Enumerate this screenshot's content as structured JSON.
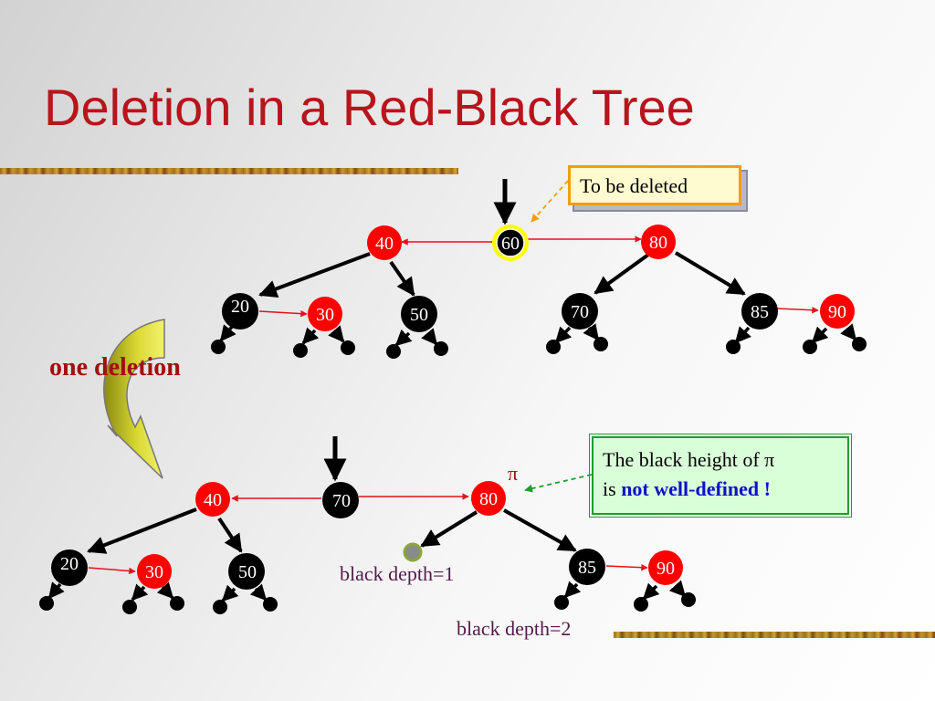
{
  "title": "Deletion in a Red-Black Tree",
  "callout_to_delete": "To be deleted",
  "action_label": "one deletion",
  "pi_symbol": "π",
  "black_height_note": {
    "line1": "The black height of π",
    "line2_prefix": "is ",
    "emphasis": "not well-defined",
    "suffix": " !"
  },
  "depth_labels": {
    "first": "black depth=1",
    "second": "black depth=2"
  },
  "top_tree": {
    "nodes": [
      {
        "key": "40",
        "color": "red"
      },
      {
        "key": "60",
        "color": "black",
        "highlight": "to be deleted"
      },
      {
        "key": "80",
        "color": "red"
      },
      {
        "key": "20",
        "color": "black"
      },
      {
        "key": "30",
        "color": "red"
      },
      {
        "key": "50",
        "color": "black"
      },
      {
        "key": "70",
        "color": "black"
      },
      {
        "key": "85",
        "color": "black"
      },
      {
        "key": "90",
        "color": "red"
      }
    ]
  },
  "bottom_tree": {
    "nodes": [
      {
        "key": "40",
        "color": "red"
      },
      {
        "key": "70",
        "color": "black"
      },
      {
        "key": "80",
        "color": "red"
      },
      {
        "key": "20",
        "color": "black"
      },
      {
        "key": "30",
        "color": "red"
      },
      {
        "key": "50",
        "color": "black"
      },
      {
        "key": "85",
        "color": "black"
      },
      {
        "key": "90",
        "color": "red"
      }
    ]
  },
  "colors": {
    "red_node": "#ff0000",
    "black_node": "#000000",
    "title": "#b8141c",
    "highlight_ring": "#ffff00",
    "pi_leaf": "#8ba63a",
    "link": "#e8101a"
  }
}
